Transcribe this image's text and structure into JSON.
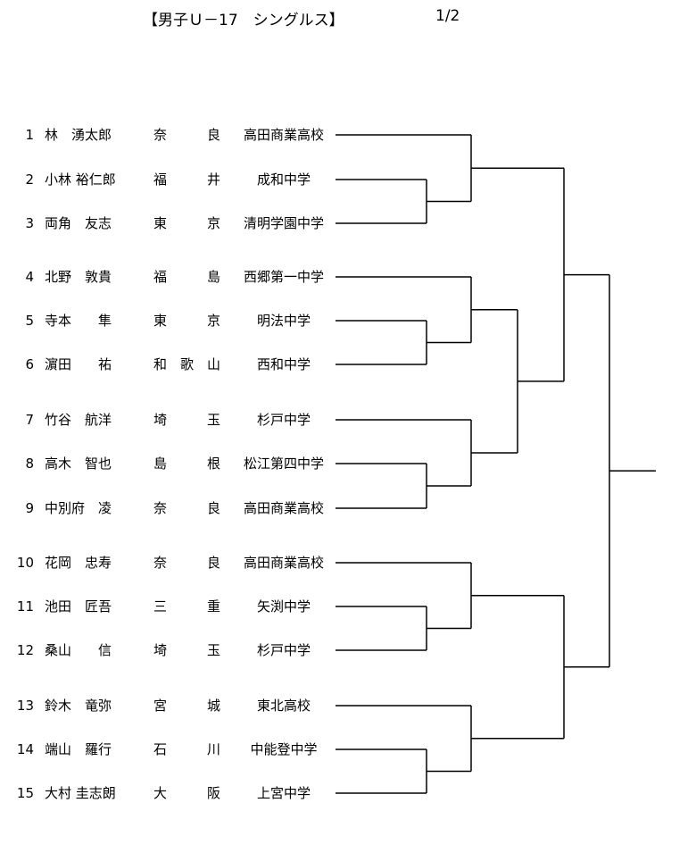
{
  "header": {
    "title": "【男子Ｕ－17　シングルス】",
    "page": "1/2"
  },
  "players": [
    {
      "no": "1",
      "name": "林　湧太郎",
      "pref": "奈良",
      "school": "高田商業高校"
    },
    {
      "no": "2",
      "name": "小林 裕仁郎",
      "pref": "福井",
      "school": "成和中学"
    },
    {
      "no": "3",
      "name": "両角　友志",
      "pref": "東京",
      "school": "清明学園中学"
    },
    {
      "no": "4",
      "name": "北野　敦貴",
      "pref": "福島",
      "school": "西郷第一中学"
    },
    {
      "no": "5",
      "name": "寺本　　隼",
      "pref": "東京",
      "school": "明法中学"
    },
    {
      "no": "6",
      "name": "濵田　　祐",
      "pref": "和歌山",
      "school": "西和中学"
    },
    {
      "no": "7",
      "name": "竹谷　航洋",
      "pref": "埼玉",
      "school": "杉戸中学"
    },
    {
      "no": "8",
      "name": "高木　智也",
      "pref": "島根",
      "school": "松江第四中学"
    },
    {
      "no": "9",
      "name": "中別府　凌",
      "pref": "奈良",
      "school": "高田商業高校"
    },
    {
      "no": "10",
      "name": "花岡　忠寿",
      "pref": "奈良",
      "school": "高田商業高校"
    },
    {
      "no": "11",
      "name": "池田　匠吾",
      "pref": "三重",
      "school": "矢渕中学"
    },
    {
      "no": "12",
      "name": "桑山　　信",
      "pref": "埼玉",
      "school": "杉戸中学"
    },
    {
      "no": "13",
      "name": "鈴木　竜弥",
      "pref": "宮城",
      "school": "東北高校"
    },
    {
      "no": "14",
      "name": "端山　羅行",
      "pref": "石川",
      "school": "中能登中学"
    },
    {
      "no": "15",
      "name": "大村 圭志朗",
      "pref": "大阪",
      "school": "上宮中学"
    }
  ]
}
